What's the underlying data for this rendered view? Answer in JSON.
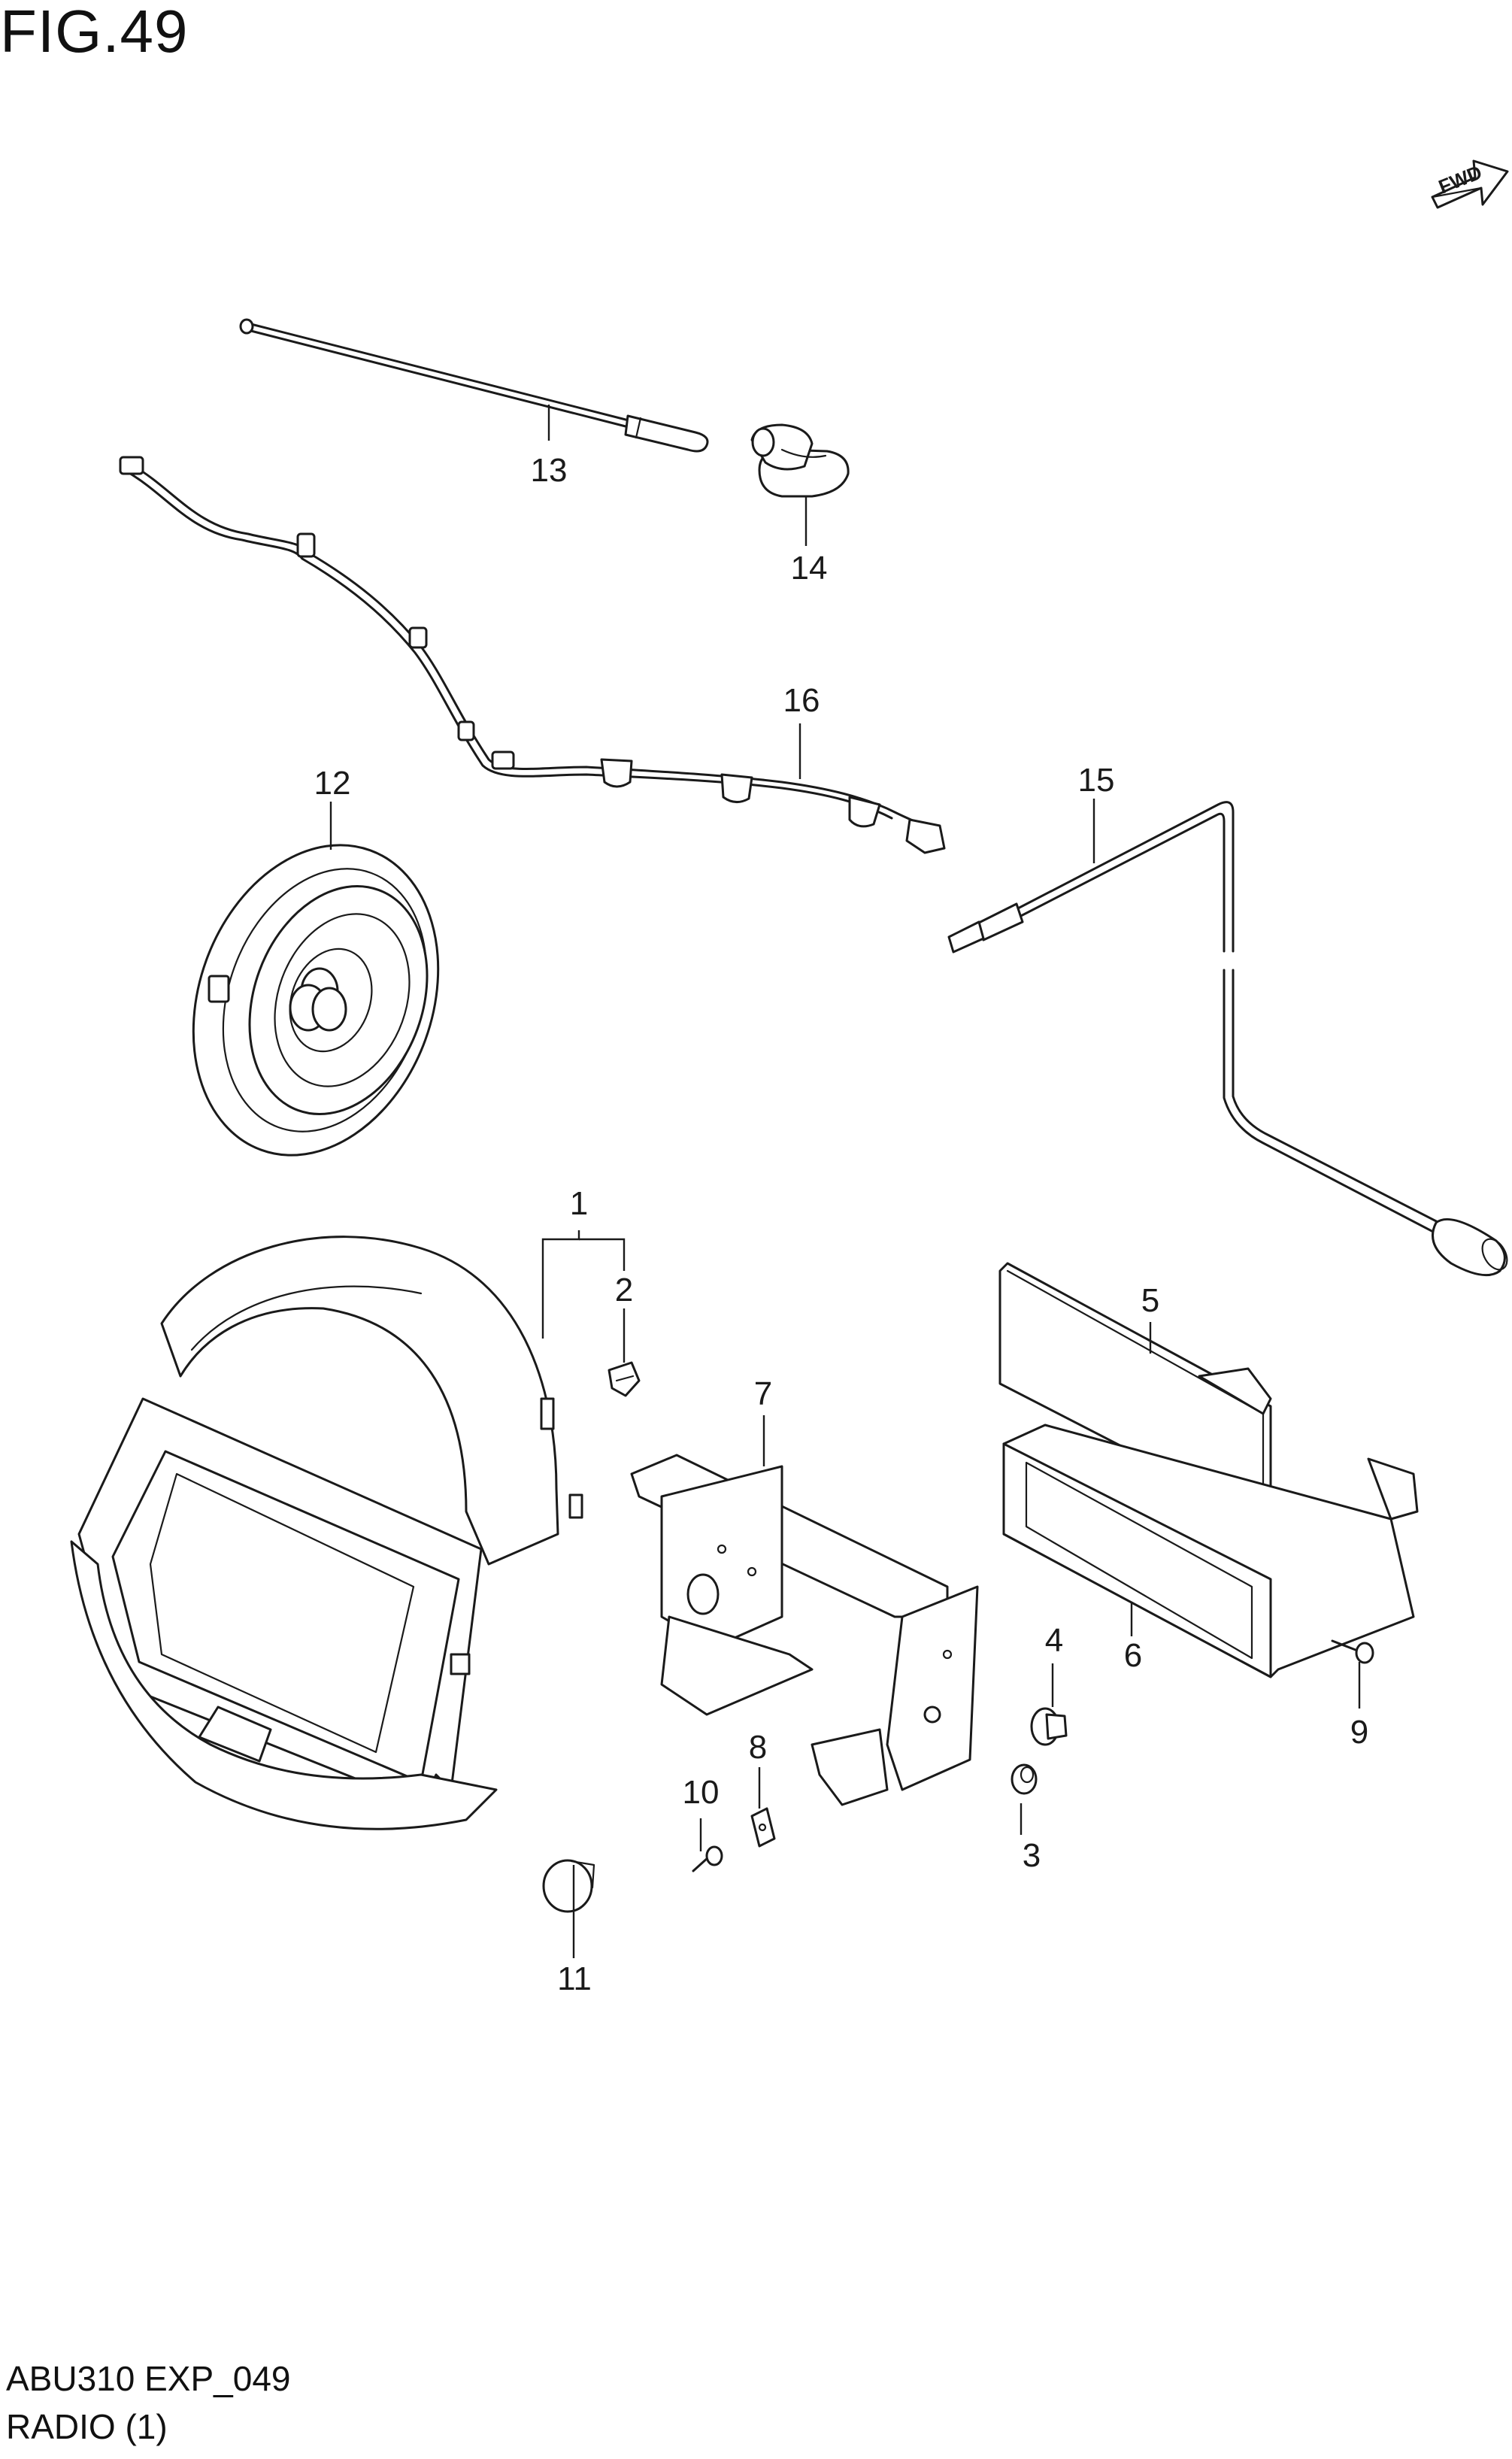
{
  "figure": {
    "title": "FIG.49"
  },
  "footer": {
    "code": "ABU310 EXP_049",
    "name": "RADIO (1)"
  },
  "direction_marker": {
    "text": "FWD"
  },
  "callouts": [
    "1",
    "2",
    "3",
    "4",
    "5",
    "6",
    "7",
    "8",
    "9",
    "10",
    "11",
    "12",
    "13",
    "14",
    "15",
    "16"
  ]
}
